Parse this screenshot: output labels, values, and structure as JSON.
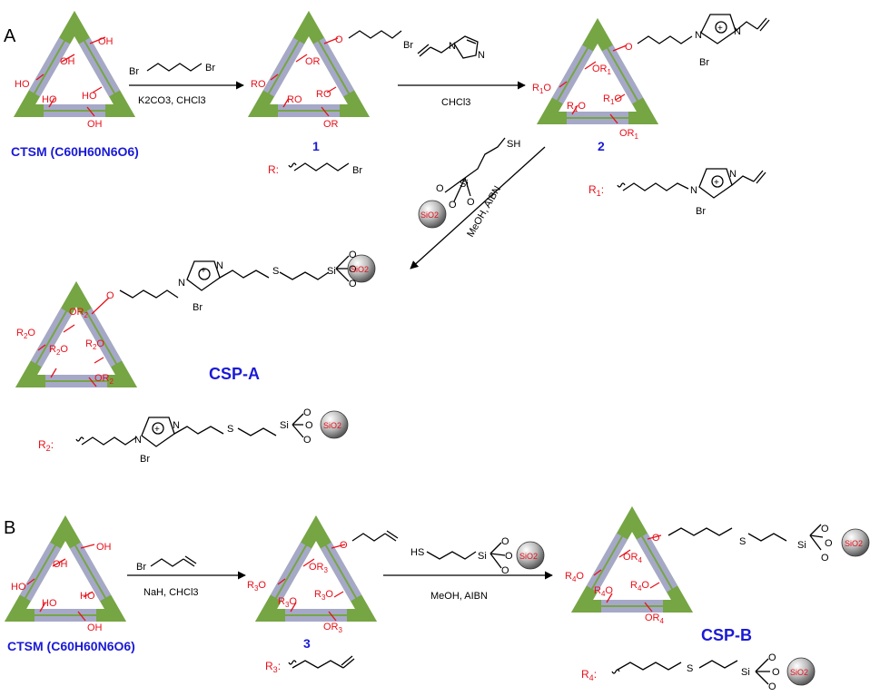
{
  "panels": {
    "a": "A",
    "b": "B"
  },
  "compounds": {
    "ctsm_a": "CTSM (C60H60N6O6)",
    "ctsm_b": "CTSM (C60H60N6O6)",
    "c1": "1",
    "c2": "2",
    "c3": "3",
    "csp_a": "CSP-A",
    "csp_b": "CSP-B"
  },
  "reagents": {
    "step1_top": "Br",
    "step1_top_right": "Br",
    "step1_bottom": "K2CO3, CHCl3",
    "step2_bottom": "CHCl3",
    "step3": "MeOH,  AIBN",
    "step4_top": "Br",
    "step4_bottom": "NaH, CHCl3",
    "step5_bottom": "MeOH,  AIBN"
  },
  "labels": {
    "oh": "OH",
    "ho": "HO",
    "or": "OR",
    "ro": "RO",
    "br": "Br",
    "br_minus": "Br",
    "n": "N",
    "s": "S",
    "sh": "SH",
    "hs": "HS",
    "si": "Si",
    "o": "O",
    "sio2": "SiO2",
    "r": "R:",
    "r1": "R1:",
    "r2": "R2:",
    "r3": "R3:",
    "r4": "R4:"
  },
  "colors": {
    "ring_green": "#76a544",
    "ring_grey": "#a6a8c8",
    "substituent_red": "#e8101a",
    "compound_blue": "#1a1ad6",
    "bead": "#9a9a9a"
  }
}
